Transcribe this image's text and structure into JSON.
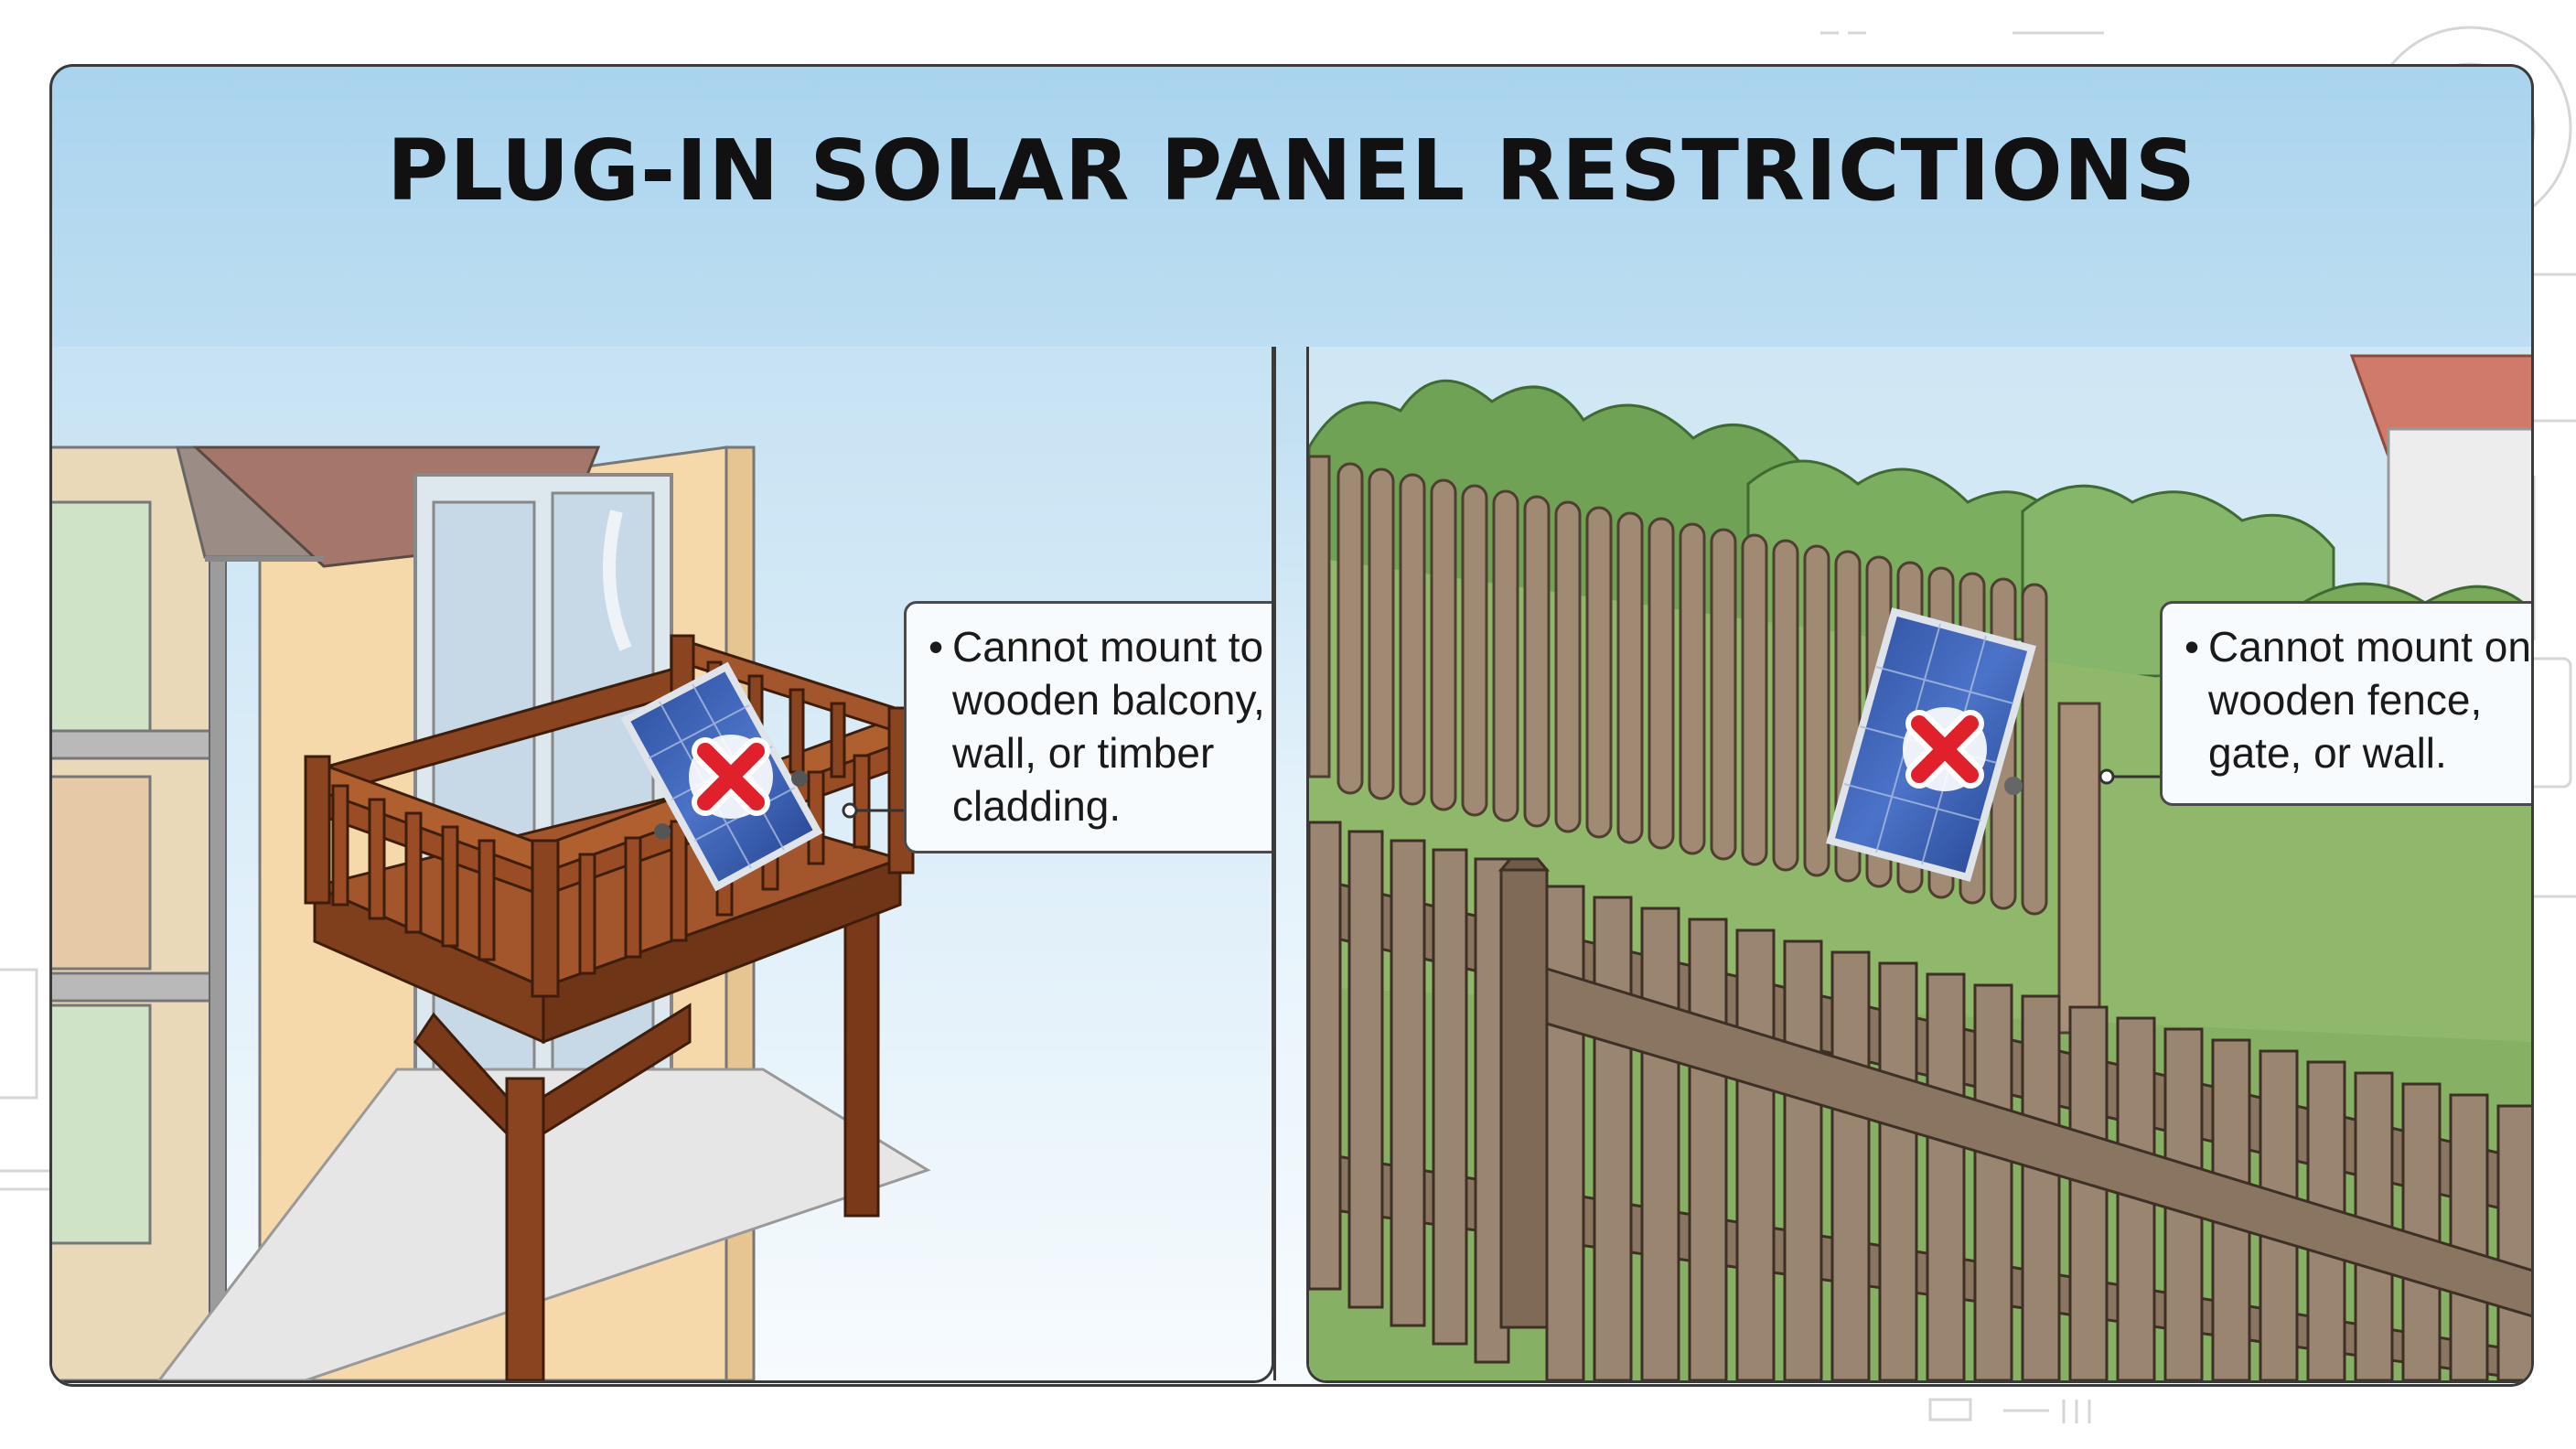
{
  "title": "PLUG-IN SOLAR PANEL RESTRICTIONS",
  "panels": [
    {
      "callout": "Cannot mount to wooden balcony, wall, or timber cladding.",
      "bullet": "•",
      "icon": "red-x-prohibited-icon"
    },
    {
      "callout": "Cannot mount on wooden fence, gate, or wall.",
      "bullet": "•",
      "icon": "red-x-prohibited-icon"
    }
  ],
  "colors": {
    "prohibited": "#e0202a",
    "wood": "#8b4420",
    "fence": "#9a8670",
    "grass": "#8fb86a",
    "sky": "#a9d4ee"
  }
}
